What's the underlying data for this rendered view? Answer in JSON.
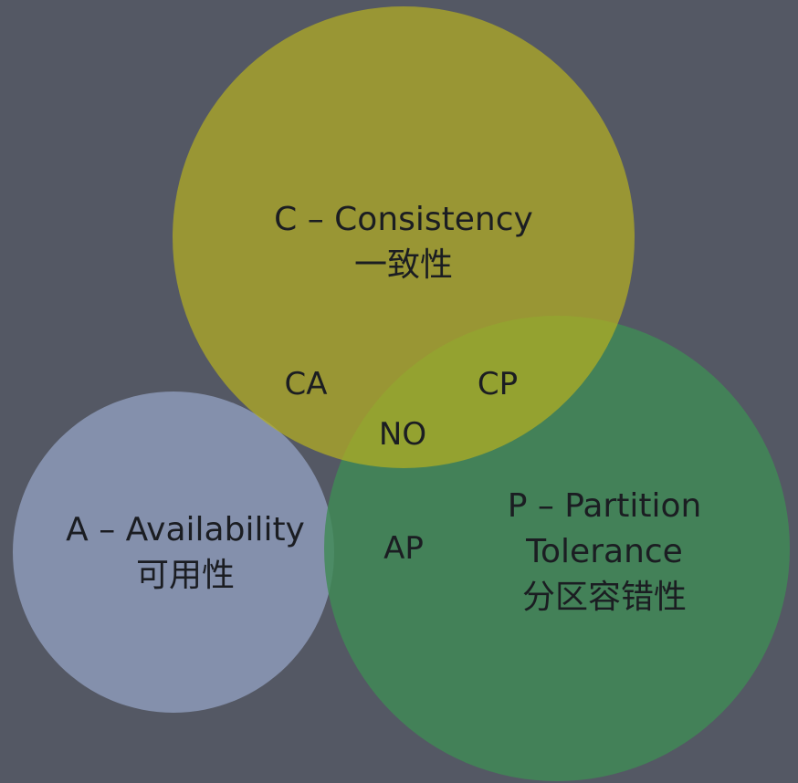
{
  "circles": {
    "c": {
      "title": "C – Consistency",
      "subtitle": "一致性",
      "color": "#b4ae21"
    },
    "a": {
      "title": "A – Availability",
      "subtitle": "可用性",
      "color": "#8f9cbc"
    },
    "p": {
      "title_line1": "P – Partition",
      "title_line2": "Tolerance",
      "subtitle": "分区容错性",
      "color": "#3f8a56"
    }
  },
  "regions": {
    "ca": "CA",
    "cp": "CP",
    "ap": "AP",
    "none": "NO"
  }
}
